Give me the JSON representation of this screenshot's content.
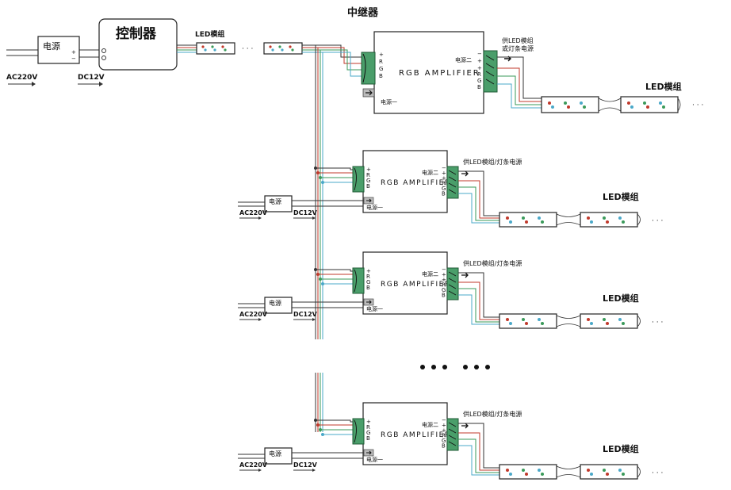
{
  "title": "中继器",
  "source": {
    "power_label": "电源",
    "controller_label": "控制器",
    "ac_label": "AC220V",
    "dc_label": "DC12V",
    "led_module_label": "LED模组",
    "ellipsis": "· · ·"
  },
  "amplifier": {
    "name": "RGB AMPLIFIER",
    "power1_label": "电源一",
    "power2_label": "电源二",
    "supply_note_line1": "供LED模组",
    "supply_note_line2": "或灯条电源",
    "supply_note_inline": "供LED模组/灯条电源",
    "in_pins": [
      "+",
      "R",
      "G",
      "B"
    ],
    "out_pins": [
      "−",
      "+",
      "+",
      "R",
      "G",
      "B"
    ]
  },
  "branches": [
    {
      "ac_label": "AC220V",
      "dc_label": "DC12V",
      "power_label": "电源",
      "led_label": "LED模组",
      "ellipsis": "· · ·"
    },
    {
      "ac_label": "AC220V",
      "dc_label": "DC12V",
      "power_label": "电源",
      "led_label": "LED模组",
      "ellipsis": "· · ·"
    },
    {
      "ac_label": "AC220V",
      "dc_label": "DC12V",
      "power_label": "电源",
      "led_label": "LED模组",
      "ellipsis": "· · ·"
    }
  ],
  "top_led_label": "LED模组",
  "top_ellipsis": "· · ·",
  "separator": "●●●   ●●●",
  "colors": {
    "wire_black": "#333333",
    "wire_red": "#c0392b",
    "wire_green": "#3a9a5a",
    "wire_blue": "#4aa8c8",
    "terminal": "#4a9e6a"
  }
}
